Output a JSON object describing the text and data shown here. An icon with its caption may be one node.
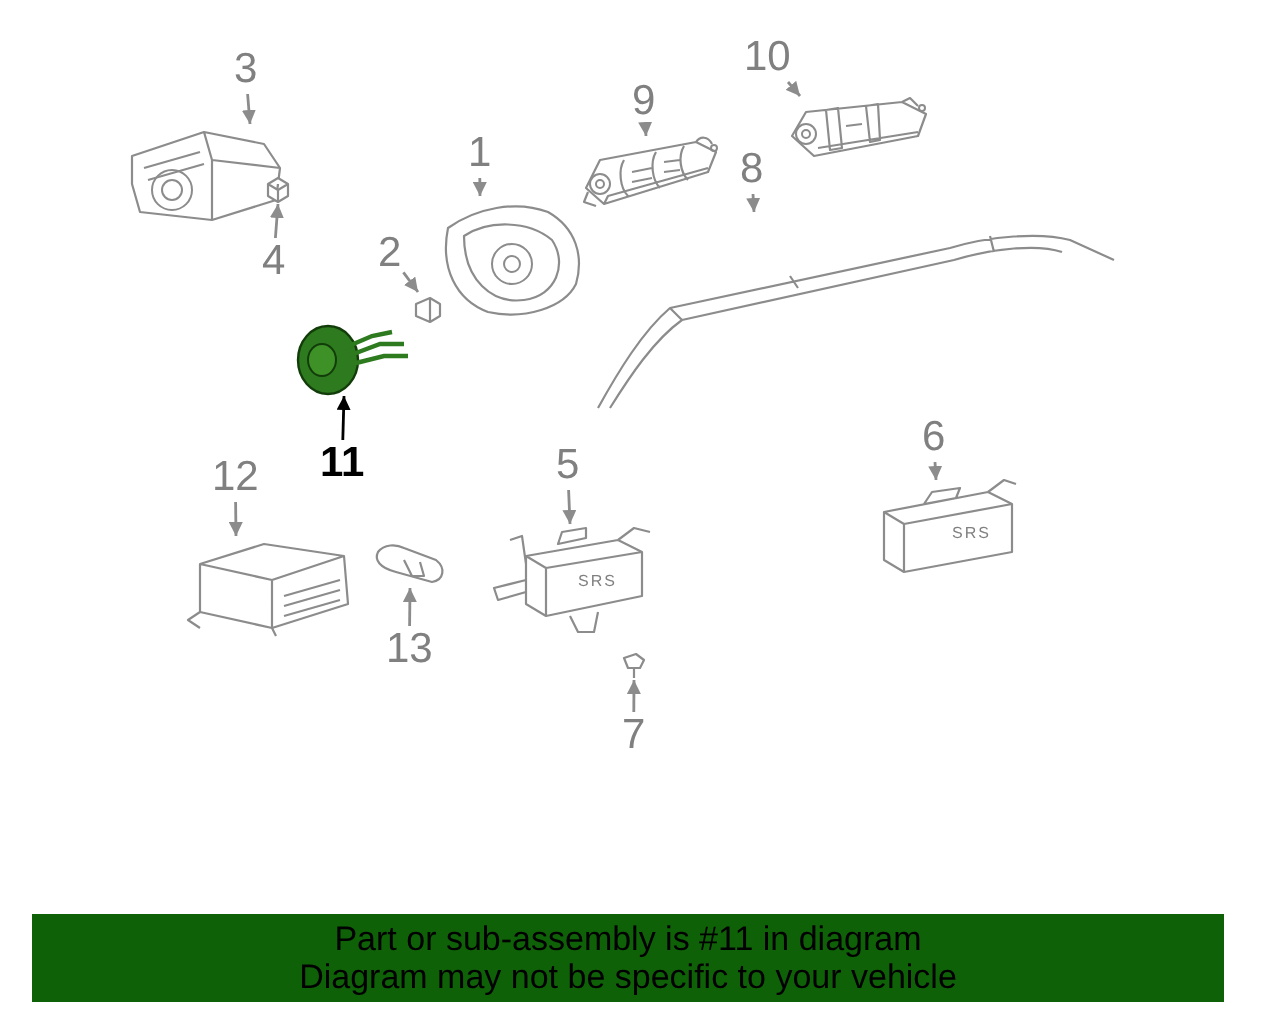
{
  "diagram": {
    "nodes": [
      {
        "text": [
          "3"
        ]
      },
      {
        "text": [],
        "shape": "picture"
      },
      {
        "text": [
          "10"
        ]
      },
      {
        "text": [],
        "shape": "picture"
      },
      {
        "text": [
          "9"
        ]
      },
      {
        "text": [],
        "shape": "picture"
      },
      {
        "text": [
          "1"
        ]
      },
      {
        "text": [],
        "shape": "picture"
      },
      {
        "text": [
          "8"
        ]
      },
      {
        "text": [],
        "shape": "picture"
      },
      {
        "text": [
          "2"
        ]
      },
      {
        "text": [],
        "shape": "picture"
      },
      {
        "text": [
          "4"
        ]
      },
      {
        "text": [],
        "shape": "picture"
      },
      {
        "text": [
          "6"
        ]
      },
      {
        "text": [
          "SRS"
        ]
      },
      {
        "text": [],
        "shape": "picture"
      },
      {
        "text": [
          "11"
        ]
      },
      {
        "text": [
          "12"
        ]
      },
      {
        "text": [
          "5"
        ]
      },
      {
        "text": [
          "SRS"
        ]
      },
      {
        "text": [],
        "shape": "picture"
      },
      {
        "text": [],
        "shape": "picture"
      },
      {
        "text": [
          "13"
        ]
      },
      {
        "text": [],
        "shape": "picture"
      },
      {
        "text": [
          "7"
        ]
      },
      {
        "text": [
          "Part or sub-assembly is #11 in diagram",
          "Diagram may not be specific to your vehicle"
        ]
      }
    ],
    "edges": [
      {
        "from": 0,
        "to": 1,
        "arrow": "to"
      },
      {
        "from": 2,
        "to": 3,
        "arrow": "to"
      },
      {
        "from": 4,
        "to": 5,
        "arrow": "to"
      },
      {
        "from": 6,
        "to": 7,
        "arrow": "to"
      },
      {
        "from": 8,
        "to": 9,
        "arrow": "to"
      },
      {
        "from": 10,
        "to": 11,
        "arrow": "to"
      },
      {
        "from": 12,
        "to": 13,
        "arrow": "to"
      },
      {
        "from": 14,
        "to": 15,
        "arrow": "to"
      },
      {
        "from": 17,
        "to": 16,
        "arrow": "to",
        "color": "#000000"
      },
      {
        "from": 18,
        "to": 21,
        "arrow": "to"
      },
      {
        "from": 19,
        "to": 20,
        "arrow": "to"
      },
      {
        "from": 23,
        "to": 22,
        "arrow": "to"
      },
      {
        "from": 25,
        "to": 24,
        "arrow": "to"
      }
    ]
  }
}
